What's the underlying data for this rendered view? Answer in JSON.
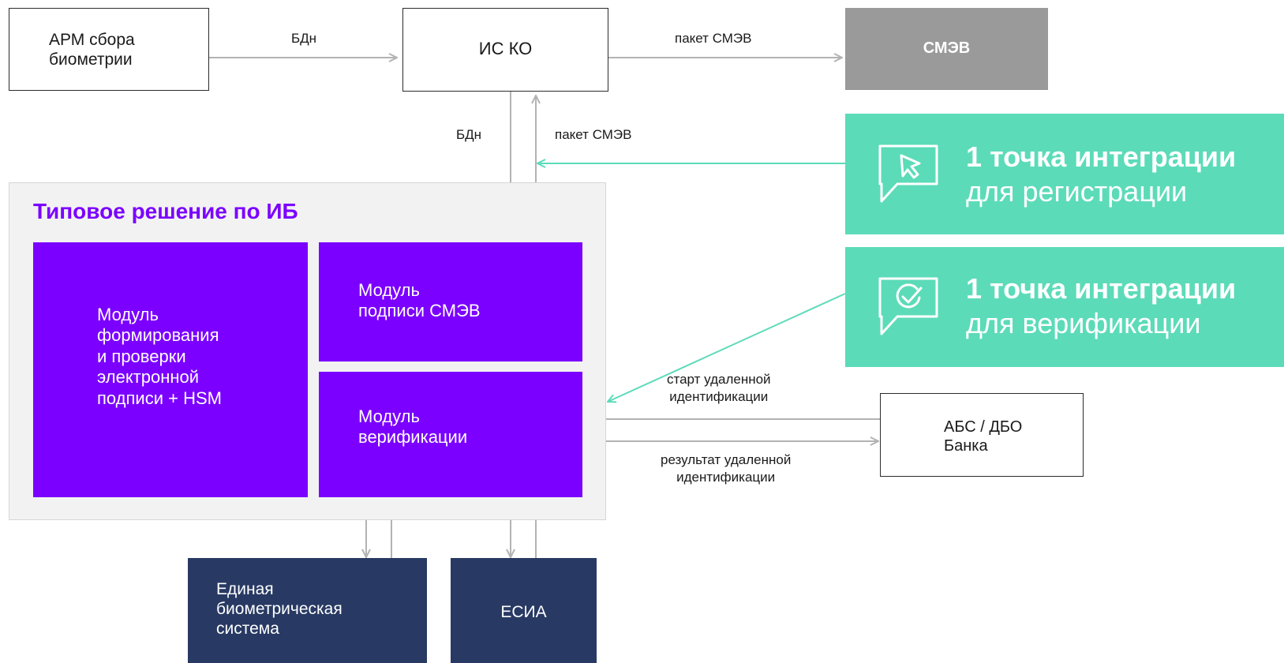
{
  "colors": {
    "purple": "#7b00ff",
    "teal": "#5cdbb9",
    "navy": "#283a63",
    "gray_box": "#9a9a9a",
    "panel": "#f2f2f2",
    "arrow_gray": "#b3b3b3",
    "title_purple": "#7b00ff"
  },
  "nodes": {
    "arm": "АРМ сбора\nбиометрии",
    "is_ko": "ИС КО",
    "smev": "СМЭВ",
    "panel_title": "Типовое решение по ИБ",
    "module_signature": "Модуль\nформирования\nи проверки\nэлектронной\nподписи + HSM",
    "module_smev_sign": "Модуль\nподписи СМЭВ",
    "module_verification": "Модуль\nверификации",
    "abs_dbo": "АБС / ДБО\nБанка",
    "ebs": "Единая\nбиометрическая\nсистема",
    "esia": "ЕСИА"
  },
  "edge_labels": {
    "arm_to_isko": "БДн",
    "isko_to_smev": "пакет СМЭВ",
    "down_bdn": "БДн",
    "up_smev_packet": "пакет СМЭВ",
    "start_remote_id": "старт удаленной\nидентификации",
    "result_remote_id": "результат удаленной\nидентификации"
  },
  "callouts": [
    {
      "bold": "1 точка интеграции",
      "regular": "для регистрации",
      "icon": "cursor-chat-icon"
    },
    {
      "bold": "1 точка интеграции",
      "regular": "для верификации",
      "icon": "check-chat-icon"
    }
  ]
}
